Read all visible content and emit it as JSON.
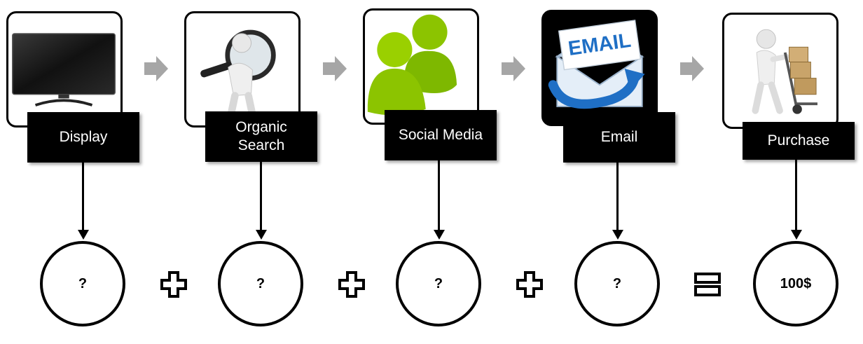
{
  "steps": [
    {
      "label": "Display",
      "value": "?",
      "image": "tv-monitor-icon"
    },
    {
      "label": "Organic\nSearch",
      "value": "?",
      "image": "magnifier-person-icon"
    },
    {
      "label": "Social Media",
      "value": "?",
      "image": "people-group-icon"
    },
    {
      "label": "Email",
      "value": "?",
      "image": "email-envelope-icon",
      "image_text": "EMAIL"
    },
    {
      "label": "Purchase",
      "value": "100$",
      "image": "hand-truck-person-icon"
    }
  ],
  "operators": [
    "+",
    "+",
    "+",
    "="
  ],
  "colors": {
    "label_bg": "#000000",
    "label_text": "#ffffff",
    "step_arrow": "#a6a6a6",
    "social_green": "#8cc400",
    "email_blue": "#1f6fc5"
  }
}
